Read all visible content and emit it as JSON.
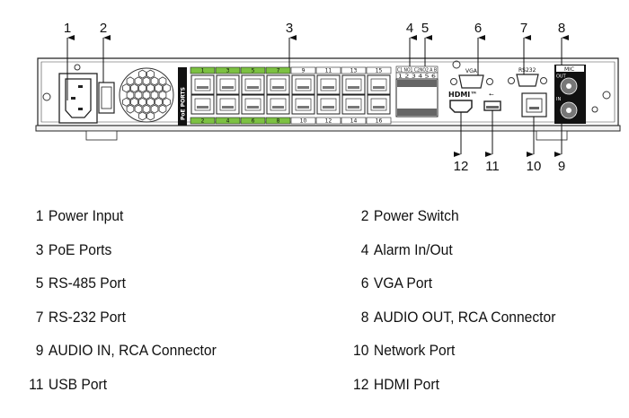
{
  "callouts": [
    "1",
    "2",
    "3",
    "4",
    "5",
    "6",
    "7",
    "8",
    "9",
    "10",
    "11",
    "12"
  ],
  "panel_labels": {
    "poe": "PoE PORTS",
    "top_ports": [
      "1",
      "3",
      "5",
      "7",
      "9",
      "11",
      "13",
      "15"
    ],
    "bottom_ports": [
      "2",
      "4",
      "6",
      "8",
      "10",
      "12",
      "14",
      "16"
    ],
    "alarm_header": "C1 NO1 C2NO2  A   B",
    "alarm_pins": "1  2  3  4  5  6",
    "vga": "VGA",
    "rs232": "RS232",
    "mic": "MIC",
    "out": "OUT",
    "in": "IN",
    "hdmi": "HDMI™"
  },
  "colors": {
    "poe_green": "#7cc142",
    "outline": "#222222"
  },
  "legend": [
    {
      "num": "1",
      "label": "Power Input"
    },
    {
      "num": "2",
      "label": "Power Switch"
    },
    {
      "num": "3",
      "label": "PoE Ports"
    },
    {
      "num": "4",
      "label": "Alarm In/Out"
    },
    {
      "num": "5",
      "label": "RS-485 Port"
    },
    {
      "num": "6",
      "label": "VGA Port"
    },
    {
      "num": "7",
      "label": "RS-232 Port"
    },
    {
      "num": "8",
      "label": "AUDIO OUT, RCA Connector"
    },
    {
      "num": "9",
      "label": "AUDIO IN, RCA Connector"
    },
    {
      "num": "10",
      "label": "Network Port"
    },
    {
      "num": "11",
      "label": "USB Port"
    },
    {
      "num": "12",
      "label": "HDMI Port"
    }
  ]
}
